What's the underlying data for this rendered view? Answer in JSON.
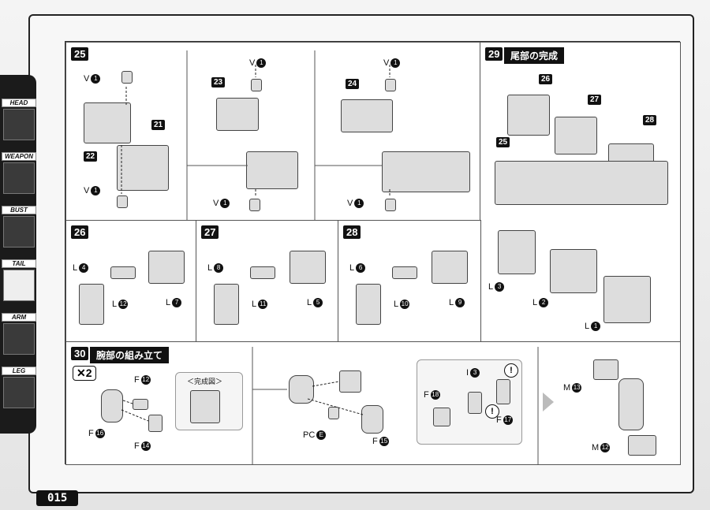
{
  "sidebar": {
    "tabs": [
      {
        "label": "HEAD",
        "icon": "head-icon"
      },
      {
        "label": "WEAPON",
        "icon": "weapon-icon"
      },
      {
        "label": "BUST",
        "icon": "bust-icon"
      },
      {
        "label": "TAIL",
        "icon": "tail-icon"
      },
      {
        "label": "ARM",
        "icon": "arm-icon"
      },
      {
        "label": "LEG",
        "icon": "leg-icon"
      }
    ]
  },
  "page_number": "015",
  "steps": {
    "s25": {
      "num": "25",
      "a": {
        "top": "V",
        "top_n": "1",
        "part": "22",
        "part2": "21",
        "bot": "V",
        "bot_n": "1"
      },
      "b": {
        "top": "V",
        "top_n": "1",
        "part": "23",
        "bot": "V",
        "bot_n": "1"
      },
      "c": {
        "top": "V",
        "top_n": "1",
        "part": "24",
        "bot": "V",
        "bot_n": "1"
      }
    },
    "s26": {
      "num": "26",
      "l1": "L",
      "n1": "4",
      "l2": "L",
      "n2": "12",
      "l3": "L",
      "n3": "7"
    },
    "s27": {
      "num": "27",
      "l1": "L",
      "n1": "8",
      "l2": "L",
      "n2": "11",
      "l3": "L",
      "n3": "5"
    },
    "s28": {
      "num": "28",
      "l1": "L",
      "n1": "6",
      "l2": "L",
      "n2": "10",
      "l3": "L",
      "n3": "9"
    },
    "s29": {
      "num": "29",
      "title": "尾部の完成",
      "p1": "26",
      "p2": "27",
      "p3": "28",
      "p4": "25",
      "l1": "L",
      "n1": "3",
      "l2": "L",
      "n2": "2",
      "l3": "L",
      "n3": "1"
    },
    "s30": {
      "num": "30",
      "title": "腕部の組み立て",
      "mult": "✕2",
      "inset_title": "＜完成図＞",
      "a": {
        "f12": "F",
        "n12": "12",
        "f16": "F",
        "n16": "16",
        "f14": "F",
        "n14": "14"
      },
      "b": {
        "pc": "PC",
        "pc_n": "E",
        "f15": "F",
        "n15": "15"
      },
      "c": {
        "i": "I",
        "i_n": "3",
        "f18": "F",
        "n18": "18",
        "f17": "F",
        "n17": "17",
        "warn": "!"
      },
      "d": {
        "m13": "M",
        "n13": "13",
        "m12": "M",
        "n12": "12"
      }
    }
  }
}
